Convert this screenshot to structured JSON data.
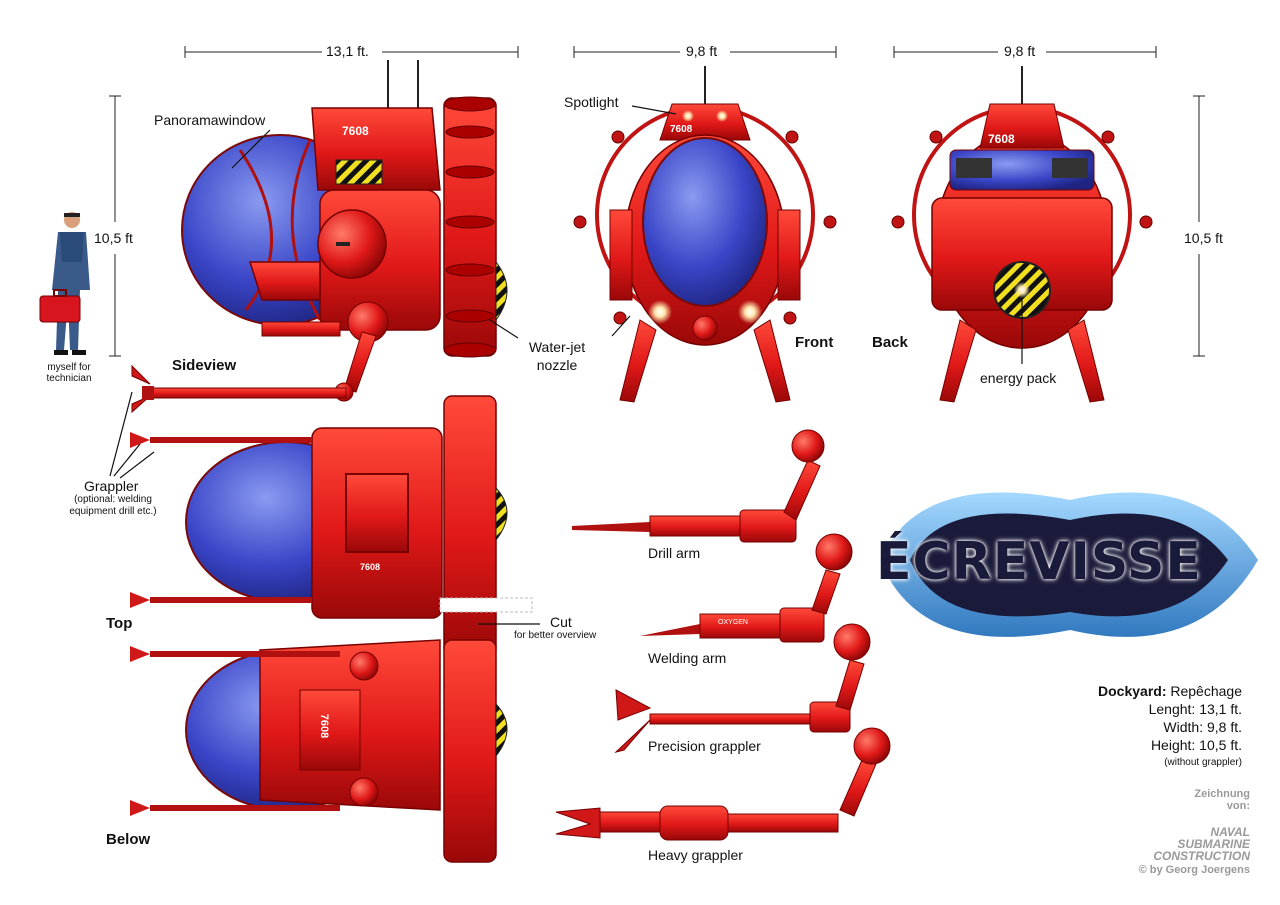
{
  "dimensions": {
    "side_length": "13,1 ft.",
    "front_width": "9,8 ft",
    "back_width": "9,8 ft",
    "height_left": "10,5 ft",
    "height_right": "10,5 ft"
  },
  "person_caption": "myself for technician",
  "callouts": {
    "panorama_window": "Panoramawindow",
    "spotlight": "Spotlight",
    "water_jet": "Water-jet nozzle",
    "energy_pack": "energy pack",
    "grappler": "Grappler",
    "grappler_note": "(optional: welding equipment drill etc.)",
    "cut": "Cut",
    "cut_note": "for better overview"
  },
  "view_labels": {
    "side": "Sideview",
    "front": "Front",
    "back": "Back",
    "top": "Top",
    "below": "Below"
  },
  "hull_number": "7608",
  "oxygen_label": "OXYGEN",
  "arms": {
    "drill": "Drill arm",
    "welding": "Welding arm",
    "precision": "Precision grappler",
    "heavy": "Heavy grappler"
  },
  "logo_text": "ÉCREVISSE",
  "spec": {
    "dockyard_label": "Dockyard:",
    "dockyard_value": "Repêchage",
    "length": "Lenght: 13,1 ft.",
    "width": "Width: 9,8 ft.",
    "height": "Height: 10,5 ft.",
    "note": "(without grappler)"
  },
  "credit": {
    "line1": "Zeichnung",
    "line2": "von:",
    "org1": "NAVAL",
    "org2": "SUBMARINE",
    "org3": "CONSTRUCTION",
    "author": "© by Georg Joergens"
  },
  "colors": {
    "hull_red": "#e01818",
    "window_blue": "#3a46c8",
    "logo_dark": "#1a1a3a",
    "logo_blue": "#3a9ad8"
  }
}
